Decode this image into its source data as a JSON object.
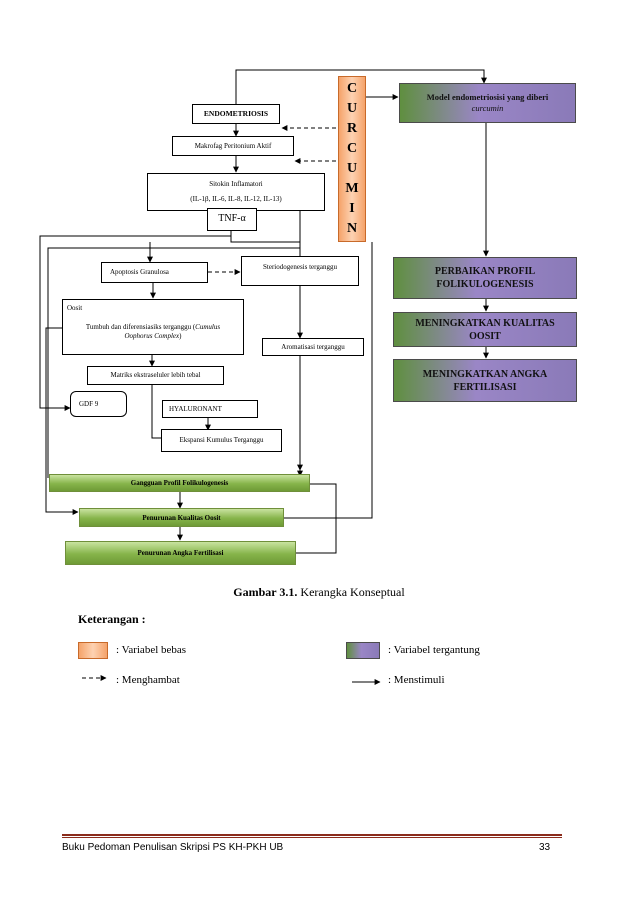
{
  "nodes": {
    "endometriosis": "ENDOMETRIOSIS",
    "makrofag": "Makrofag Peritonium Aktif",
    "sitokin_title": "Sitokin Inflamatori",
    "sitokin_list": "(IL-1β, IL-6, IL-8, IL-12, IL-13)",
    "tnf": "TNF-α",
    "curcumin_letters": [
      "C",
      "U",
      "R",
      "C",
      "U",
      "M",
      "I",
      "N"
    ],
    "model": "Model endometriosisi yang diberi",
    "model_italic": "curcumin",
    "apoptosis": "Apoptosis Granulosa",
    "steroid": "Steriodogenesis terganggu",
    "oosit_label": "Oosit",
    "tumbuh_line1": "Tumbuh dan diferensiasiks terganggu (",
    "tumbuh_italic1": "Cumulus",
    "tumbuh_italic2": "Oophorus Complex",
    "tumbuh_end": ")",
    "aromatisasi": "Aromatisasi terganggu",
    "matriks": "Matriks ekstraseluler lebih tebal",
    "gdf9": "GDF 9",
    "hyaluronant": "HYALURONANT",
    "ekspansi": "Ekspansi Kumulus Terganggu",
    "gangguan": "Gangguan Profil Folikulogenesis",
    "penurunan_kualitas": "Penurunan Kualitas Oosit",
    "penurunan_fertilisasi": "Penurunan Angka Fertilisasi",
    "perbaikan": "PERBAIKAN PROFIL FOLIKULOGENESIS",
    "meningkatkan_kualitas": "MENINGKATKAN KUALITAS OOSIT",
    "meningkatkan_angka": "MENINGKATKAN ANGKA FERTILISASI"
  },
  "caption": {
    "label": "Gambar 3.1.",
    "text": " Kerangka Konseptual"
  },
  "legend": {
    "title": "Keterangan :",
    "bebas": ": Variabel bebas",
    "tergantung": ": Variabel tergantung",
    "menghambat": ": Menghambat",
    "menstimuli": ": Menstimuli"
  },
  "footer": {
    "left": "Buku Pedoman Penulisan Skripsi  PS KH-PKH UB",
    "page": "33"
  },
  "colors": {
    "independent": "#f5a36a",
    "dependent": "#8a7ab8",
    "outcome": "#86b44a",
    "footer_rule": "#8b2c1c"
  }
}
